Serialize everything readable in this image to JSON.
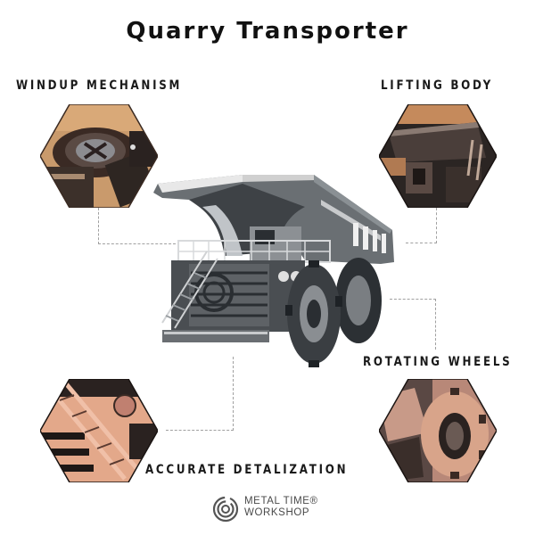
{
  "title": "Quarry Transporter",
  "features": [
    {
      "label": "WINDUP MECHANISM",
      "image": "windup-mechanism-photo"
    },
    {
      "label": "LIFTING BODY",
      "image": "lifting-body-photo"
    },
    {
      "label": "ROTATING WHEELS",
      "image": "rotating-wheels-photo"
    },
    {
      "label": "ACCURATE DETALIZATION",
      "image": "accurate-detalization-photo"
    }
  ],
  "product_image": "quarry-transporter-metal-model",
  "brand": {
    "line1": "METAL TIME®",
    "line2": "WORKSHOP",
    "icon": "concentric-circle-logo-icon"
  },
  "colors": {
    "copper": "#c8896a",
    "copper_dark": "#6b4232",
    "metal": "#6f7478",
    "dash": "#a0a0a0",
    "text": "#1a1a1a"
  }
}
